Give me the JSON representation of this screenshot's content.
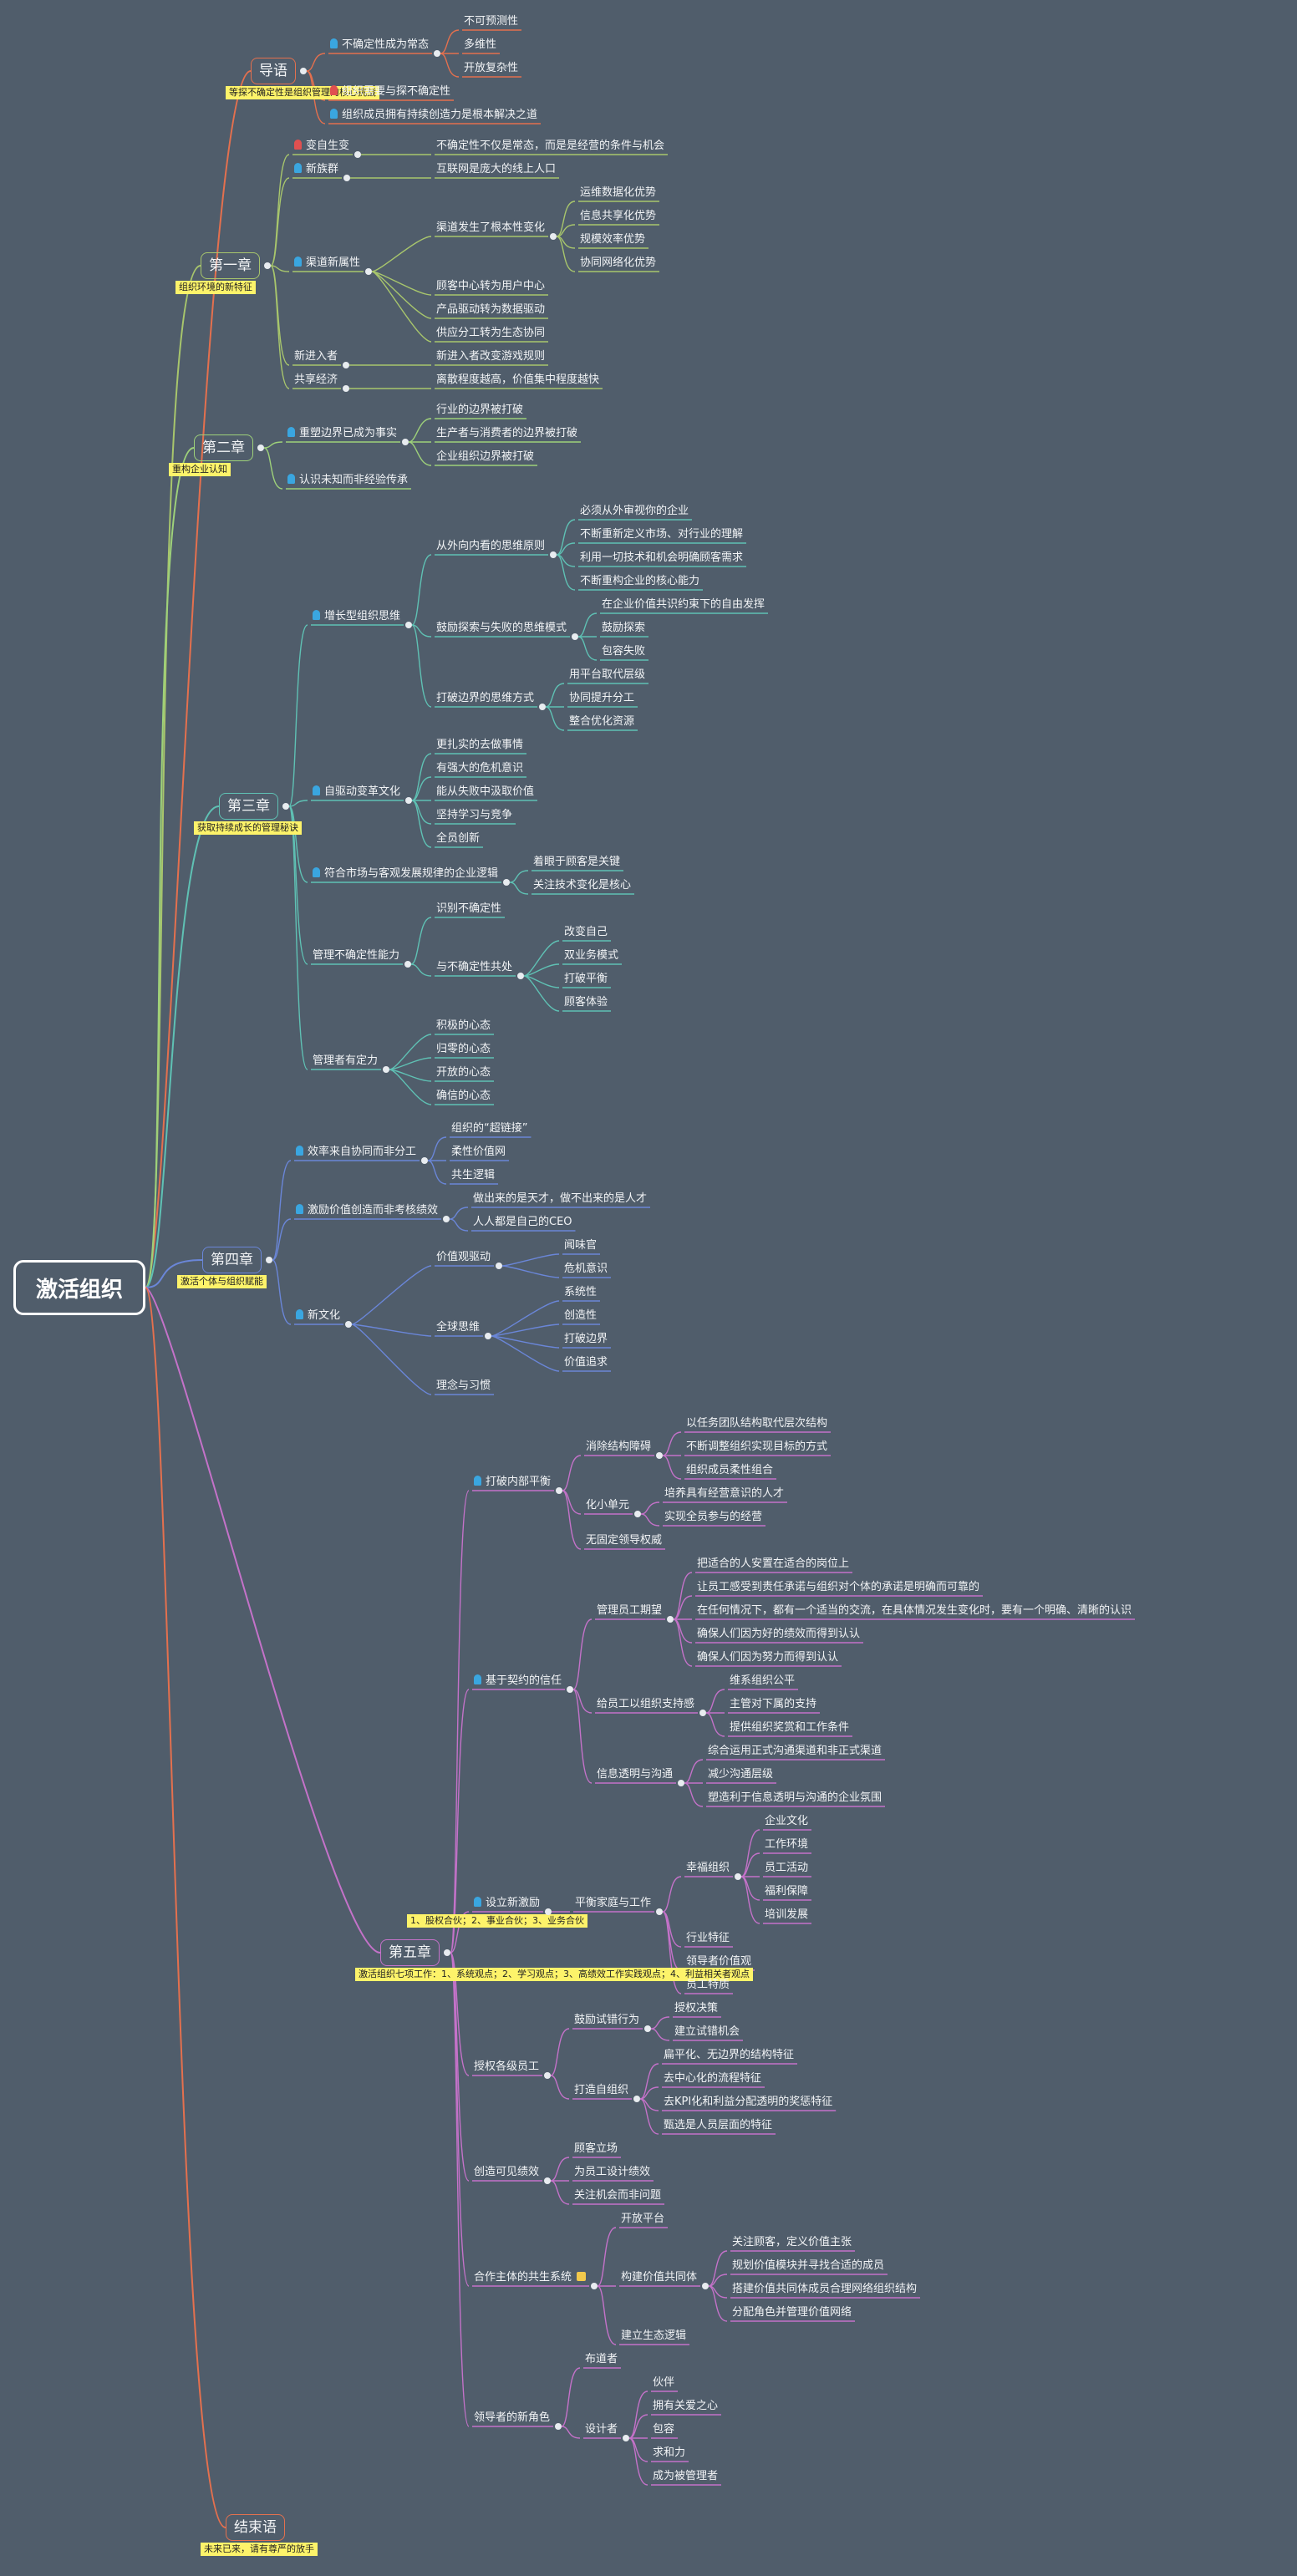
{
  "root": "激活组织",
  "colors": {
    "background": "#505d6b",
    "intro": "#e4704e",
    "ch1": "#a8c66c",
    "ch2": "#9ed17a",
    "ch3": "#5fc1b4",
    "ch4": "#6a86d8",
    "ch5": "#c472c9",
    "end": "#e4704e",
    "note": "#fdf36a"
  },
  "icons": {
    "person": "person-icon",
    "note": "note-icon"
  },
  "chapters": [
    {
      "label": "导语",
      "note": "等探不确定性是组织管理的核心挑战",
      "children": [
        {
          "label": "不确定性成为常态",
          "pin": "#3aa6e0",
          "children": [
            {
              "label": "不可预测性"
            },
            {
              "label": "多维性"
            },
            {
              "label": "开放复杂性"
            }
          ]
        },
        {
          "label": "组织需要与探不确定性",
          "pin": "#e05050"
        },
        {
          "label": "组织成员拥有持续创造力是根本解决之道",
          "pin": "#3aa6e0"
        }
      ]
    },
    {
      "label": "第一章",
      "note": "组织环境的新特征",
      "children": [
        {
          "label": "变自生变",
          "pin": "#e05050",
          "children": [
            {
              "label": "不确定性不仅是常态，而是是经营的条件与机会"
            }
          ]
        },
        {
          "label": "新族群",
          "pin": "#3aa6e0",
          "children": [
            {
              "label": "互联网是庞大的线上人口"
            }
          ]
        },
        {
          "label": "渠道新属性",
          "pin": "#3aa6e0",
          "children": [
            {
              "label": "渠道发生了根本性变化",
              "children": [
                {
                  "label": "运维数据化优势"
                },
                {
                  "label": "信息共享化优势"
                },
                {
                  "label": "规模效率优势"
                },
                {
                  "label": "协同网络化优势"
                }
              ]
            },
            {
              "label": "顾客中心转为用户中心"
            },
            {
              "label": "产品驱动转为数据驱动"
            },
            {
              "label": "供应分工转为生态协同"
            }
          ]
        },
        {
          "label": "新进入者",
          "children": [
            {
              "label": "新进入者改变游戏规则"
            }
          ]
        },
        {
          "label": "共享经济",
          "children": [
            {
              "label": "离散程度越高，价值集中程度越快"
            }
          ]
        }
      ]
    },
    {
      "label": "第二章",
      "note": "重构企业认知",
      "children": [
        {
          "label": "重塑边界已成为事实",
          "pin": "#3aa6e0",
          "children": [
            {
              "label": "行业的边界被打破"
            },
            {
              "label": "生产者与消费者的边界被打破"
            },
            {
              "label": "企业组织边界被打破"
            }
          ]
        },
        {
          "label": "认识未知而非经验传承",
          "pin": "#3aa6e0"
        }
      ]
    },
    {
      "label": "第三章",
      "note": "获取持续成长的管理秘诀",
      "children": [
        {
          "label": "增长型组织思维",
          "pin": "#3aa6e0",
          "children": [
            {
              "label": "从外向内看的思维原则",
              "children": [
                {
                  "label": "必须从外审视你的企业"
                },
                {
                  "label": "不断重新定义市场、对行业的理解"
                },
                {
                  "label": "利用一切技术和机会明确顾客需求"
                },
                {
                  "label": "不断重构企业的核心能力"
                }
              ]
            },
            {
              "label": "鼓励探索与失败的思维模式",
              "children": [
                {
                  "label": "在企业价值共识约束下的自由发挥"
                },
                {
                  "label": "鼓励探索"
                },
                {
                  "label": "包容失败"
                }
              ]
            },
            {
              "label": "打破边界的思维方式",
              "children": [
                {
                  "label": "用平台取代层级"
                },
                {
                  "label": "协同提升分工"
                },
                {
                  "label": "整合优化资源"
                }
              ]
            }
          ]
        },
        {
          "label": "自驱动变革文化",
          "pin": "#3aa6e0",
          "children": [
            {
              "label": "更扎实的去做事情"
            },
            {
              "label": "有强大的危机意识"
            },
            {
              "label": "能从失败中汲取价值"
            },
            {
              "label": "坚持学习与竞争"
            },
            {
              "label": "全员创新"
            }
          ]
        },
        {
          "label": "符合市场与客观发展规律的企业逻辑",
          "pin": "#3aa6e0",
          "children": [
            {
              "label": "着眼于顾客是关键"
            },
            {
              "label": "关注技术变化是核心"
            }
          ]
        },
        {
          "label": "管理不确定性能力",
          "children": [
            {
              "label": "识别不确定性"
            },
            {
              "label": "与不确定性共处",
              "children": [
                {
                  "label": "改变自己"
                },
                {
                  "label": "双业务模式"
                },
                {
                  "label": "打破平衡"
                },
                {
                  "label": "顾客体验"
                }
              ]
            }
          ]
        },
        {
          "label": "管理者有定力",
          "children": [
            {
              "label": "积极的心态"
            },
            {
              "label": "归零的心态"
            },
            {
              "label": "开放的心态"
            },
            {
              "label": "确信的心态"
            }
          ]
        }
      ]
    },
    {
      "label": "第四章",
      "note": "激活个体与组织赋能",
      "children": [
        {
          "label": "效率来自协同而非分工",
          "pin": "#3aa6e0",
          "children": [
            {
              "label": "组织的“超链接”"
            },
            {
              "label": "柔性价值网"
            },
            {
              "label": "共生逻辑"
            }
          ]
        },
        {
          "label": "激励价值创造而非考核绩效",
          "pin": "#3aa6e0",
          "children": [
            {
              "label": "做出来的是天才，做不出来的是人才"
            },
            {
              "label": "人人都是自己的CEO"
            }
          ]
        },
        {
          "label": "新文化",
          "pin": "#3aa6e0",
          "children": [
            {
              "label": "价值观驱动",
              "children": [
                {
                  "label": "闻味官"
                },
                {
                  "label": "危机意识"
                }
              ]
            },
            {
              "label": "全球思维",
              "children": [
                {
                  "label": "系统性"
                },
                {
                  "label": "创造性"
                },
                {
                  "label": "打破边界"
                },
                {
                  "label": "价值追求"
                }
              ]
            },
            {
              "label": "理念与习惯"
            }
          ]
        }
      ]
    },
    {
      "label": "第五章",
      "note": "激活组织七项工作：1、系统观点；2、学习观点；3、高绩效工作实践观点；4、利益相关者观点",
      "children": [
        {
          "label": "打破内部平衡",
          "pin": "#3aa6e0",
          "children": [
            {
              "label": "消除结构障碍",
              "children": [
                {
                  "label": "以任务团队结构取代层次结构"
                },
                {
                  "label": "不断调整组织实现目标的方式"
                },
                {
                  "label": "组织成员柔性组合"
                }
              ]
            },
            {
              "label": "化小单元",
              "children": [
                {
                  "label": "培养具有经营意识的人才"
                },
                {
                  "label": "实现全员参与的经营"
                }
              ]
            },
            {
              "label": "无固定领导权威"
            }
          ]
        },
        {
          "label": "基于契约的信任",
          "pin": "#3aa6e0",
          "children": [
            {
              "label": "管理员工期望",
              "children": [
                {
                  "label": "把适合的人安置在适合的岗位上"
                },
                {
                  "label": "让员工感受到责任承诺与组织对个体的承诺是明确而可靠的"
                },
                {
                  "label": "在任何情况下，都有一个适当的交流，在具体情况发生变化时，要有一个明确、清晰的认识"
                },
                {
                  "label": "确保人们因为好的绩效而得到认认"
                },
                {
                  "label": "确保人们因为努力而得到认认"
                }
              ]
            },
            {
              "label": "给员工以组织支持感",
              "children": [
                {
                  "label": "维系组织公平"
                },
                {
                  "label": "主管对下属的支持"
                },
                {
                  "label": "提供组织奖赏和工作条件"
                }
              ]
            },
            {
              "label": "信息透明与沟通",
              "children": [
                {
                  "label": "综合运用正式沟通渠道和非正式渠道"
                },
                {
                  "label": "减少沟通层级"
                },
                {
                  "label": "塑造利于信息透明与沟通的企业氛围"
                }
              ]
            }
          ]
        },
        {
          "label": "设立新激励",
          "pin": "#3aa6e0",
          "note": "1、股权合伙；2、事业合伙；3、业务合伙",
          "children": [
            {
              "label": "平衡家庭与工作",
              "children": [
                {
                  "label": "幸福组织",
                  "children": [
                    {
                      "label": "企业文化"
                    },
                    {
                      "label": "工作环境"
                    },
                    {
                      "label": "员工活动"
                    },
                    {
                      "label": "福利保障"
                    },
                    {
                      "label": "培训发展"
                    }
                  ]
                },
                {
                  "label": "行业特征"
                },
                {
                  "label": "领导者价值观"
                },
                {
                  "label": "员工特质"
                }
              ]
            }
          ]
        },
        {
          "label": "授权各级员工",
          "children": [
            {
              "label": "鼓励试错行为",
              "children": [
                {
                  "label": "授权决策"
                },
                {
                  "label": "建立试错机会"
                }
              ]
            },
            {
              "label": "打造自组织",
              "children": [
                {
                  "label": "扁平化、无边界的结构特征"
                },
                {
                  "label": "去中心化的流程特征"
                },
                {
                  "label": "去KPI化和利益分配透明的奖惩特征"
                },
                {
                  "label": "甄选是人员层面的特征"
                }
              ]
            }
          ]
        },
        {
          "label": "创造可见绩效",
          "children": [
            {
              "label": "顾客立场"
            },
            {
              "label": "为员工设计绩效"
            },
            {
              "label": "关注机会而非问题"
            }
          ]
        },
        {
          "label": "合作主体的共生系统",
          "flag": true,
          "children": [
            {
              "label": "开放平台"
            },
            {
              "label": "构建价值共同体",
              "children": [
                {
                  "label": "关注顾客，定义价值主张"
                },
                {
                  "label": "规划价值模块并寻找合适的成员"
                },
                {
                  "label": "搭建价值共同体成员合理网络组织结构"
                },
                {
                  "label": "分配角色并管理价值网络"
                }
              ]
            },
            {
              "label": "建立生态逻辑"
            }
          ]
        },
        {
          "label": "领导者的新角色",
          "children": [
            {
              "label": "布道者"
            },
            {
              "label": "设计者",
              "children": [
                {
                  "label": "伙伴"
                },
                {
                  "label": "拥有关爱之心"
                },
                {
                  "label": "包容"
                },
                {
                  "label": "求和力"
                },
                {
                  "label": "成为被管理者"
                }
              ]
            }
          ]
        }
      ]
    },
    {
      "label": "结束语",
      "note": "未来已来，请有尊严的放手"
    }
  ]
}
